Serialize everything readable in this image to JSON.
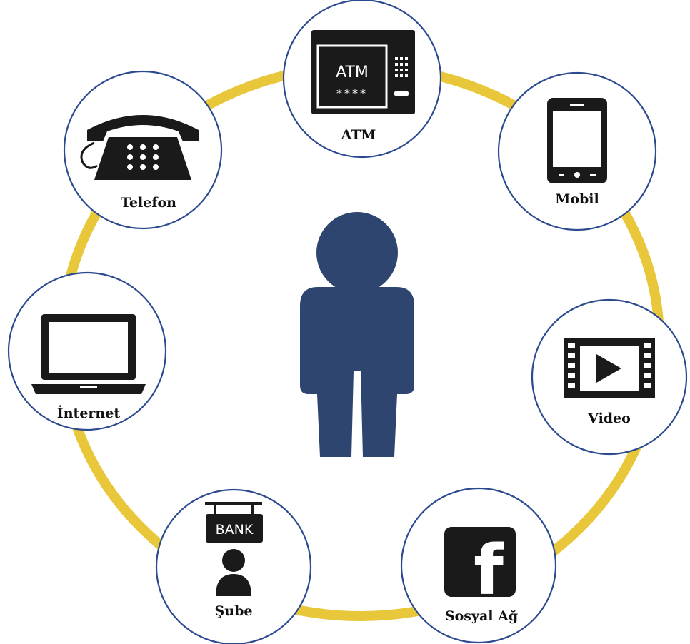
{
  "diagram": {
    "ring_color": "#e8c83a",
    "node_border_color": "#2b4a8f",
    "person_color": "#2e4570",
    "center": {
      "icon": "person-icon"
    },
    "nodes": [
      {
        "id": "atm",
        "label": "ATM",
        "icon": "atm-icon",
        "screen_text": "ATM",
        "pin_text": "****"
      },
      {
        "id": "mobil",
        "label": "Mobil",
        "icon": "smartphone-icon"
      },
      {
        "id": "video",
        "label": "Video",
        "icon": "video-play-icon"
      },
      {
        "id": "sosyal",
        "label": "Sosyal Ağ",
        "icon": "facebook-icon",
        "icon_text": "f"
      },
      {
        "id": "sube",
        "label": "Şube",
        "icon": "bank-branch-icon",
        "sign_text": "BANK"
      },
      {
        "id": "internet",
        "label": "İnternet",
        "icon": "laptop-icon"
      },
      {
        "id": "telefon",
        "label": "Telefon",
        "icon": "telephone-icon"
      }
    ]
  }
}
